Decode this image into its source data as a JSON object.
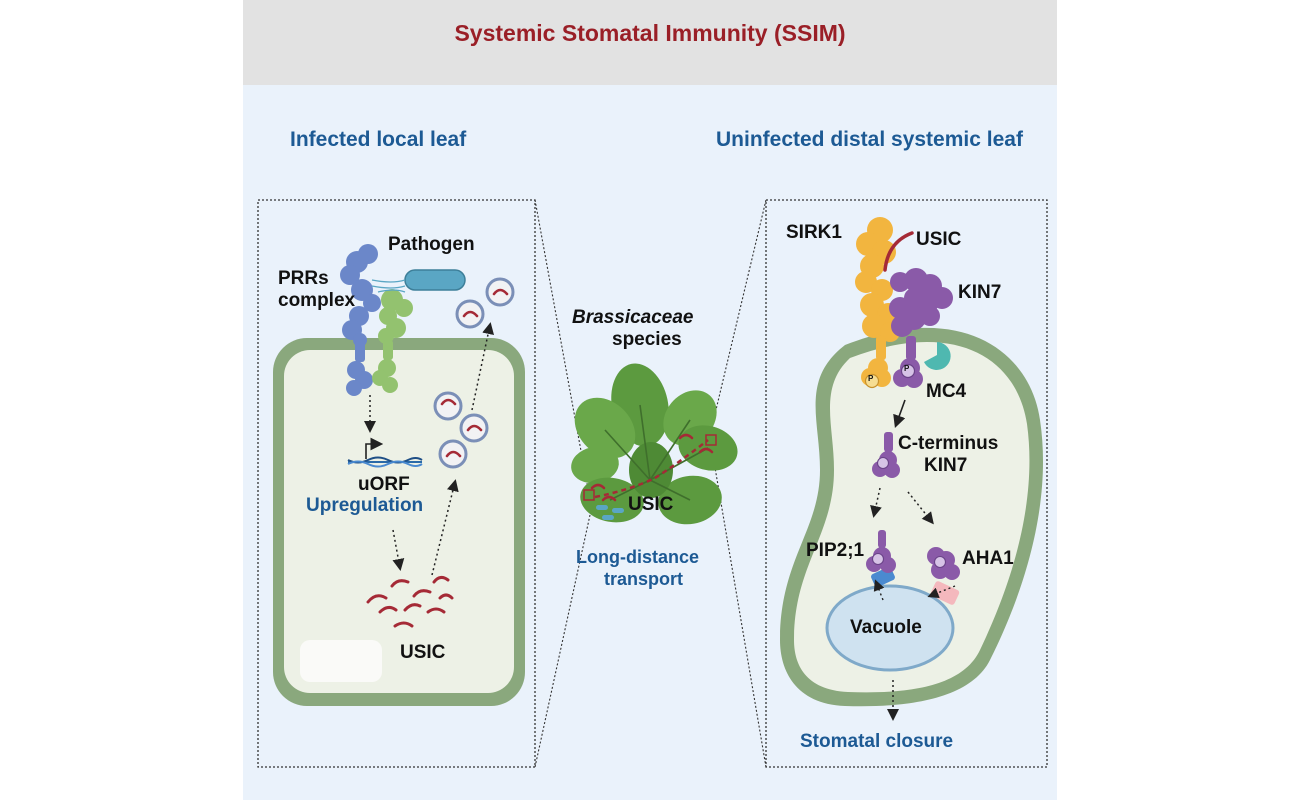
{
  "title": "Systemic Stomatal Immunity (SSIM)",
  "left": {
    "heading": "Infected local leaf",
    "pathogen": "Pathogen",
    "prrs_line1": "PRRs",
    "prrs_line2": "complex",
    "uorf": "uORF",
    "upregulation": "Upregulation",
    "usic": "USIC"
  },
  "middle": {
    "species_line1": "Brassicaceae",
    "species_line2": "species",
    "usic": "USIC",
    "transport_line1": "Long-distance",
    "transport_line2": "transport"
  },
  "right": {
    "heading": "Uninfected distal systemic leaf",
    "sirk1": "SIRK1",
    "usic": "USIC",
    "kin7": "KIN7",
    "mc4": "MC4",
    "cterm_line1": "C-terminus",
    "cterm_line2": "KIN7",
    "pip": "PIP2;1",
    "aha1": "AHA1",
    "vacuole": "Vacuole",
    "closure": "Stomatal closure",
    "phospho": "P"
  },
  "colors": {
    "title": "#9a1f27",
    "heading_blue": "#1d5a94",
    "background": "#eaf2fb",
    "header": "#e2e2e2",
    "cell_wall": "#8aa87d",
    "cell_interior": "#edf1e6",
    "peptide": "#a52a36",
    "receptor_blue": "#6b87c9",
    "receptor_green": "#93c26f",
    "sirk1_orange": "#f2b53f",
    "kin7_purple": "#8a5aa8",
    "mc4_teal": "#4fb8b0",
    "leaf_green": "#5c9a3f"
  }
}
